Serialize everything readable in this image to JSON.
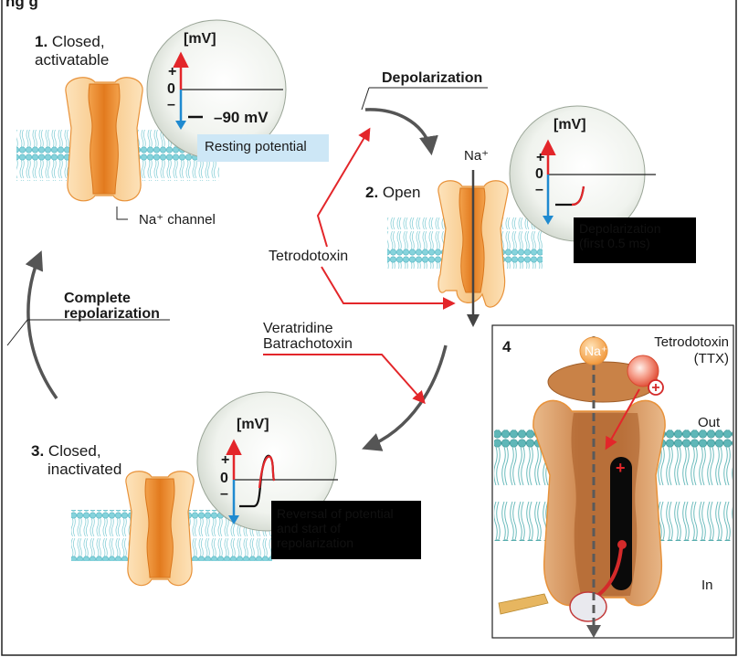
{
  "title_fragment": "ng g",
  "states": {
    "closed_activatable": {
      "num": "1.",
      "line1": "Closed,",
      "line2": "activatable"
    },
    "open": {
      "num": "2.",
      "label": "Open"
    },
    "closed_inactivated": {
      "num": "3.",
      "line1": "Closed,",
      "line2": "inactivated"
    }
  },
  "graphs": {
    "g1": {
      "unit": "[mV]",
      "plus": "+",
      "zero": "0",
      "minus": "–",
      "value": "–90 mV",
      "caption": "Resting potential"
    },
    "g2": {
      "unit": "[mV]",
      "plus": "+",
      "zero": "0",
      "minus": "–",
      "caption1": "Depolarization",
      "caption2": "(first 0.5 ms)"
    },
    "g3": {
      "unit": "[mV]",
      "plus": "+",
      "zero": "0",
      "minus": "–",
      "caption1": "Reversal of potential",
      "caption2": "and start of",
      "caption3": "repolarization"
    }
  },
  "labels": {
    "na_channel": "Na⁺ channel",
    "na_ion": "Na⁺",
    "depolarization": "Depolarization",
    "complete_repol_1": "Complete",
    "complete_repol_2": "repolarization",
    "tetrodotoxin": "Tetrodotoxin",
    "veratridine": "Veratridine",
    "batrachotoxin": "Batrachotoxin"
  },
  "inset": {
    "number": "4",
    "na_ion": "Na⁺",
    "ttx_1": "Tetrodotoxin",
    "ttx_2": "(TTX)",
    "out": "Out",
    "in": "In",
    "plus": "+"
  },
  "colors": {
    "membrane": "#7ccfd8",
    "channel_light": "#fbd9a8",
    "channel_dark": "#e8923a",
    "red_arrow": "#e3262a",
    "blue_arrow": "#1f8ad0",
    "gray_arrow": "#555555"
  }
}
